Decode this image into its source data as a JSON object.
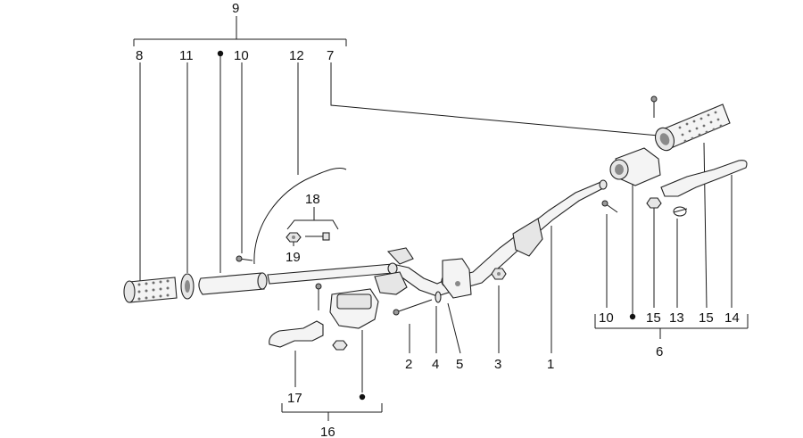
{
  "diagram": {
    "callouts": {
      "c1": "1",
      "c2": "2",
      "c3": "3",
      "c4": "4",
      "c5": "5",
      "c6": "6",
      "c7": "7",
      "c8": "8",
      "c9": "9",
      "c10a": "10",
      "c10b": "10",
      "c11": "11",
      "c12": "12",
      "c13": "13",
      "c14": "14",
      "c15a": "15",
      "c15b": "15",
      "c16": "16",
      "c17": "17",
      "c18": "18",
      "c19": "19"
    }
  }
}
